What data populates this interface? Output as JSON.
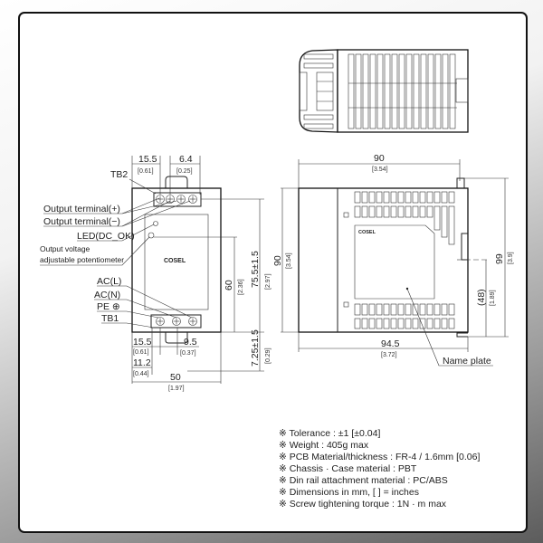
{
  "front_view": {
    "labels": {
      "tb2": "TB2",
      "out_plus": "Output terminal(+)",
      "out_minus": "Output terminal(−)",
      "led": "LED(DC_OK)",
      "pot_line1": "Output voltage",
      "pot_line2": "adjustable potentiometer",
      "ac_l": "AC(L)",
      "ac_n": "AC(N)",
      "pe": "PE ⊕",
      "tb1": "TB1"
    },
    "logo": "COSEL",
    "dims": {
      "top_a": "15.5",
      "top_a_in": "[0.61]",
      "top_b": "6.4",
      "top_b_in": "[0.25]",
      "h_75": "75.5±1.5",
      "h_75_in": "[2.97]",
      "h_60": "60",
      "h_60_in": "[2.36]",
      "h_725": "7.25±1.5",
      "h_725_in": "[0.29]",
      "bot_a": "15.5",
      "bot_a_in": "[0.61]",
      "bot_b": "9.5",
      "bot_b_in": "[0.37]",
      "bot_c": "11.2",
      "bot_c_in": "[0.44]",
      "width": "50",
      "width_in": "[1.97]"
    }
  },
  "side_view": {
    "logo": "COSEL",
    "dims": {
      "top": "90",
      "top_in": "[3.54]",
      "height": "90",
      "height_in": "[3.54]",
      "depth": "94.5",
      "depth_in": "[3.72]",
      "total_h": "99",
      "total_h_in": "[3.9]",
      "rail": "(48)",
      "rail_in": "[1.89]"
    },
    "name_plate": "Name plate"
  },
  "notes": [
    "※ Tolerance : ±1 [±0.04]",
    "※ Weight  : 405g max",
    "※ PCB Material/thickness : FR-4 / 1.6mm [0.06]",
    "※ Chassis · Case material : PBT",
    "※ Din rail attachment material : PC/ABS",
    "※ Dimensions in mm, [   ] = inches",
    "※ Screw tightening torque : 1N · m max"
  ]
}
